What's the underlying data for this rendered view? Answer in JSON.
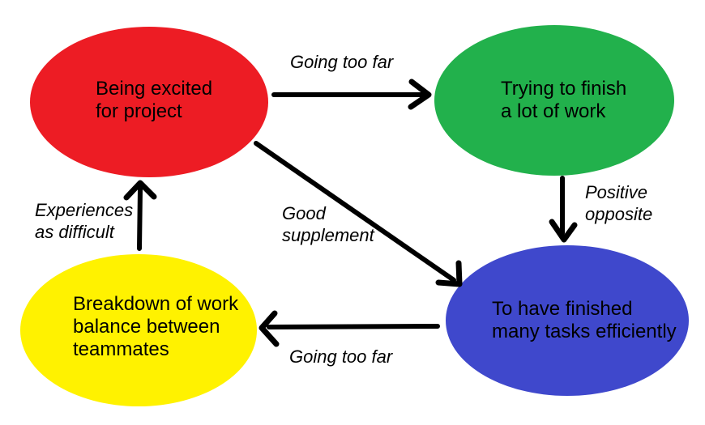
{
  "nodes": {
    "excited": {
      "label": "Being excited\nfor project",
      "color": "#ED1C24"
    },
    "trying": {
      "label": "Trying to finish\na lot of work",
      "color": "#22B14C"
    },
    "breakdown": {
      "label": "Breakdown of work\nbalance between\nteammates",
      "color": "#FFF200"
    },
    "finished": {
      "label": "To have finished\nmany tasks efficiently",
      "color": "#3F48CC"
    }
  },
  "edges": {
    "excited_to_trying": {
      "label": "Going too far"
    },
    "trying_to_finished": {
      "label": "Positive\nopposite"
    },
    "excited_to_finished": {
      "label": "Good\nsupplement"
    },
    "finished_to_breakdown": {
      "label": "Going too far"
    },
    "breakdown_to_excited": {
      "label": "Experiences\nas difficult"
    }
  },
  "colors": {
    "arrow": "#000000",
    "text": "#000000",
    "background": "#FFFFFF"
  }
}
